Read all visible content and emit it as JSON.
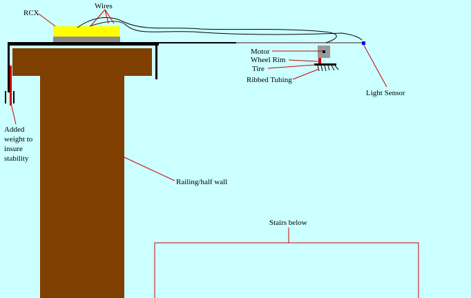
{
  "colors": {
    "background": "#ccffff",
    "railing": "#7f3f00",
    "rcx_top": "#ffff00",
    "rcx_base": "#8c8c8c",
    "leader": "#cc0000",
    "wire": "#000000",
    "sensor": "#0000cc",
    "motor": "#999999",
    "weight": "#cc0000"
  },
  "labels": {
    "rcx": "RCX",
    "wires": "Wires",
    "motor": "Motor",
    "wheel_rim": "Wheel Rim",
    "tire": "Tire",
    "ribbed_tubing": "Ribbed Tubing",
    "light_sensor": "Light Sensor",
    "weight_line1": "Added",
    "weight_line2": "weight to",
    "weight_line3": "insure",
    "weight_line4": "stability",
    "railing": "Railing/half wall",
    "stairs": "Stairs below"
  }
}
